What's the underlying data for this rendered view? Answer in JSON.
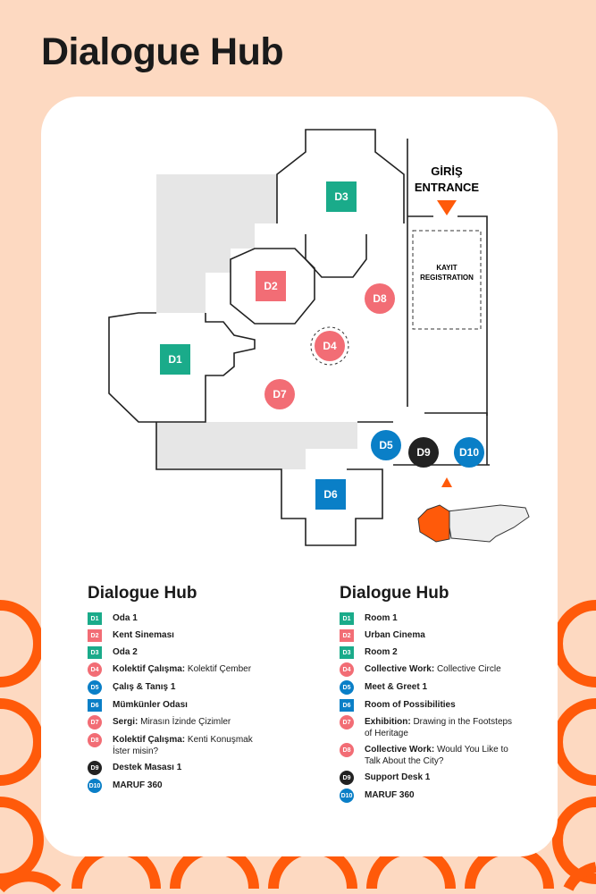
{
  "title": "Dialogue Hub",
  "colors": {
    "background": "#fdd9c1",
    "accent": "#ff5a0a",
    "teal": "#1aab8a",
    "pink": "#f26d75",
    "blue": "#0a7fc7",
    "dark": "#222222"
  },
  "map": {
    "entrance_tr": "GİRİŞ",
    "entrance_en": "ENTRANCE",
    "registration_tr": "KAYIT",
    "registration_en": "REGISTRATION",
    "markers": [
      {
        "code": "D1",
        "shape": "square",
        "color": "#1aab8a"
      },
      {
        "code": "D2",
        "shape": "square",
        "color": "#f26d75"
      },
      {
        "code": "D3",
        "shape": "square",
        "color": "#1aab8a"
      },
      {
        "code": "D4",
        "shape": "circle",
        "color": "#f26d75"
      },
      {
        "code": "D5",
        "shape": "circle",
        "color": "#0a7fc7"
      },
      {
        "code": "D6",
        "shape": "square",
        "color": "#0a7fc7"
      },
      {
        "code": "D7",
        "shape": "circle",
        "color": "#f26d75"
      },
      {
        "code": "D8",
        "shape": "circle",
        "color": "#f26d75"
      },
      {
        "code": "D9",
        "shape": "circle",
        "color": "#222222"
      },
      {
        "code": "D10",
        "shape": "circle",
        "color": "#0a7fc7"
      }
    ]
  },
  "legend_tr": {
    "title": "Dialogue Hub",
    "items": [
      {
        "code": "D1",
        "shape": "square",
        "color": "#1aab8a",
        "bold": "Oda 1",
        "rest": ""
      },
      {
        "code": "D2",
        "shape": "square",
        "color": "#f26d75",
        "bold": "Kent Sineması",
        "rest": ""
      },
      {
        "code": "D3",
        "shape": "square",
        "color": "#1aab8a",
        "bold": "Oda 2",
        "rest": ""
      },
      {
        "code": "D4",
        "shape": "circle",
        "color": "#f26d75",
        "bold": "Kolektif Çalışma:",
        "rest": " Kolektif Çember"
      },
      {
        "code": "D5",
        "shape": "circle",
        "color": "#0a7fc7",
        "bold": "Çalış & Tanış 1",
        "rest": ""
      },
      {
        "code": "D6",
        "shape": "square",
        "color": "#0a7fc7",
        "bold": "Mümkünler Odası",
        "rest": ""
      },
      {
        "code": "D7",
        "shape": "circle",
        "color": "#f26d75",
        "bold": "Sergi:",
        "rest": " Mirasın İzinde Çizimler"
      },
      {
        "code": "D8",
        "shape": "circle",
        "color": "#f26d75",
        "bold": "Kolektif Çalışma:",
        "rest": " Kenti Konuşmak İster misin?"
      },
      {
        "code": "D9",
        "shape": "circle",
        "color": "#222222",
        "bold": "Destek Masası 1",
        "rest": ""
      },
      {
        "code": "D10",
        "shape": "circle",
        "color": "#0a7fc7",
        "bold": "MARUF 360",
        "rest": ""
      }
    ]
  },
  "legend_en": {
    "title": "Dialogue Hub",
    "items": [
      {
        "code": "D1",
        "shape": "square",
        "color": "#1aab8a",
        "bold": "Room 1",
        "rest": ""
      },
      {
        "code": "D2",
        "shape": "square",
        "color": "#f26d75",
        "bold": "Urban Cinema",
        "rest": ""
      },
      {
        "code": "D3",
        "shape": "square",
        "color": "#1aab8a",
        "bold": "Room 2",
        "rest": ""
      },
      {
        "code": "D4",
        "shape": "circle",
        "color": "#f26d75",
        "bold": "Collective Work:",
        "rest": " Collective Circle"
      },
      {
        "code": "D5",
        "shape": "circle",
        "color": "#0a7fc7",
        "bold": "Meet & Greet 1",
        "rest": ""
      },
      {
        "code": "D6",
        "shape": "square",
        "color": "#0a7fc7",
        "bold": "Room of Possibilities",
        "rest": ""
      },
      {
        "code": "D7",
        "shape": "circle",
        "color": "#f26d75",
        "bold": "Exhibition:",
        "rest": " Drawing in the Footsteps of Heritage"
      },
      {
        "code": "D8",
        "shape": "circle",
        "color": "#f26d75",
        "bold": "Collective Work:",
        "rest": " Would You Like to Talk About the City?"
      },
      {
        "code": "D9",
        "shape": "circle",
        "color": "#222222",
        "bold": "Support Desk 1",
        "rest": ""
      },
      {
        "code": "D10",
        "shape": "circle",
        "color": "#0a7fc7",
        "bold": "MARUF 360",
        "rest": ""
      }
    ]
  }
}
